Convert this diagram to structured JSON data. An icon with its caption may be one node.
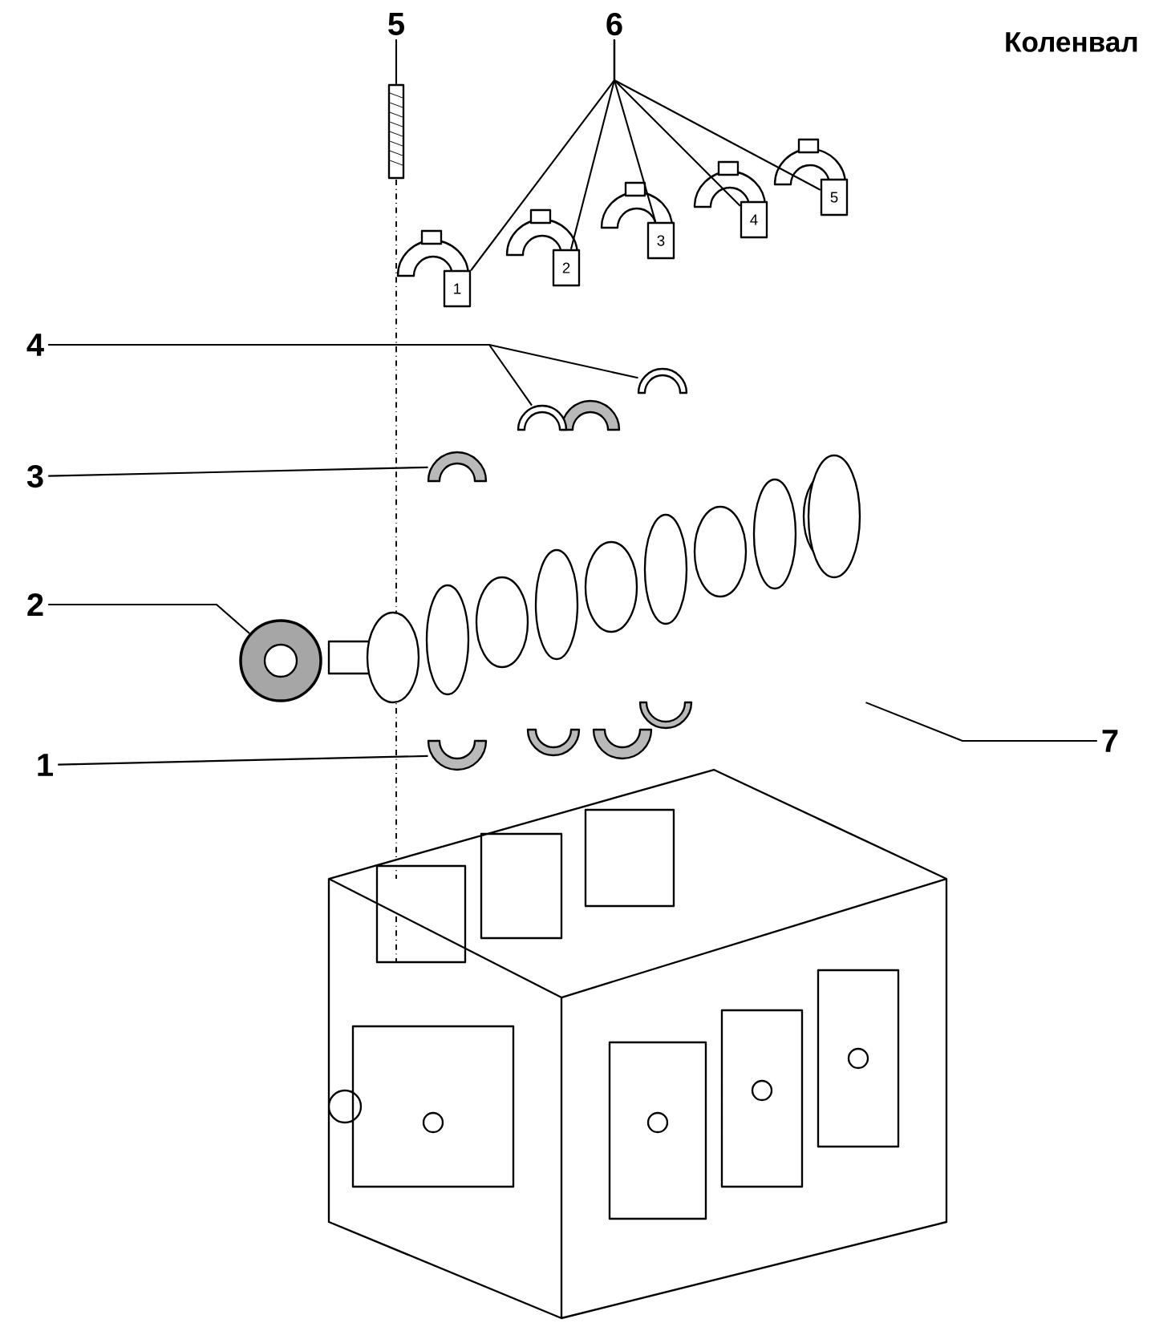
{
  "diagram": {
    "title": "Коленвал",
    "nodes": [
      {
        "text": [
          "5"
        ]
      },
      {
        "text": [
          "6"
        ]
      },
      {
        "text": [],
        "shape": "picture"
      },
      {
        "text": [
          "1"
        ]
      },
      {
        "text": [
          "2"
        ]
      },
      {
        "text": [
          "3"
        ]
      },
      {
        "text": [
          "4"
        ]
      },
      {
        "text": [
          "5"
        ]
      },
      {
        "text": [
          "4"
        ]
      },
      {
        "text": [],
        "shape": "picture"
      },
      {
        "text": [],
        "shape": "picture"
      },
      {
        "text": [
          "3"
        ]
      },
      {
        "text": [],
        "shape": "picture"
      },
      {
        "text": [
          "2"
        ]
      },
      {
        "text": [],
        "shape": "picture"
      },
      {
        "text": [
          "7"
        ]
      },
      {
        "text": [],
        "shape": "picture"
      },
      {
        "text": [
          "1"
        ]
      },
      {
        "text": [],
        "shape": "picture"
      }
    ],
    "edges": [
      {
        "from": 0,
        "to": 2,
        "arrow": "none"
      },
      {
        "from": 1,
        "to": 3,
        "arrow": "none"
      },
      {
        "from": 1,
        "to": 4,
        "arrow": "none"
      },
      {
        "from": 1,
        "to": 5,
        "arrow": "none"
      },
      {
        "from": 1,
        "to": 6,
        "arrow": "none"
      },
      {
        "from": 1,
        "to": 7,
        "arrow": "none"
      },
      {
        "from": 8,
        "to": 9,
        "arrow": "none"
      },
      {
        "from": 8,
        "to": 10,
        "arrow": "none"
      },
      {
        "from": 11,
        "to": 12,
        "arrow": "none"
      },
      {
        "from": 13,
        "to": 14,
        "arrow": "none"
      },
      {
        "from": 15,
        "to": 16,
        "arrow": "none"
      },
      {
        "from": 17,
        "to": 18,
        "arrow": "none"
      }
    ]
  }
}
